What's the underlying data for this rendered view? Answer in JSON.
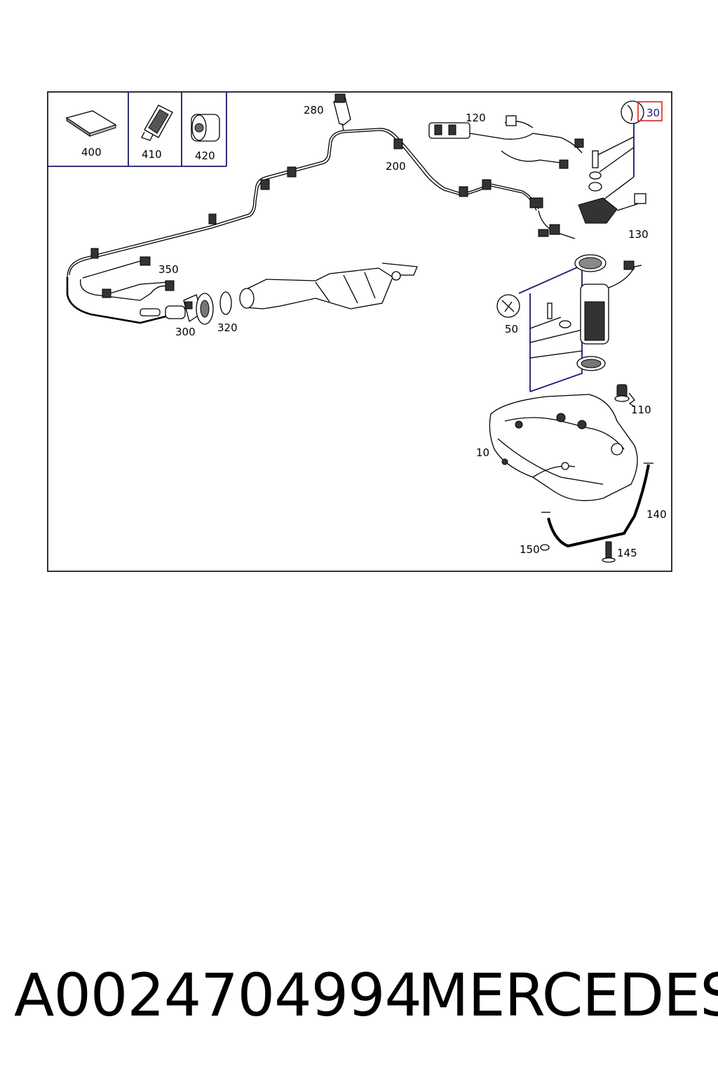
{
  "diagram": {
    "callouts": {
      "c400": "400",
      "c410": "410",
      "c420": "420",
      "c280": "280",
      "c120": "120",
      "c30": "30",
      "c200": "200",
      "c130": "130",
      "c350": "350",
      "c300": "300",
      "c320": "320",
      "c50": "50",
      "c110": "110",
      "c10": "10",
      "c140": "140",
      "c150": "150",
      "c145": "145"
    },
    "highlight_color": "#e02020",
    "frame_color": "#1a1a6e"
  },
  "caption": {
    "part_number": "A0024704994",
    "brand": "MERCEDES"
  }
}
